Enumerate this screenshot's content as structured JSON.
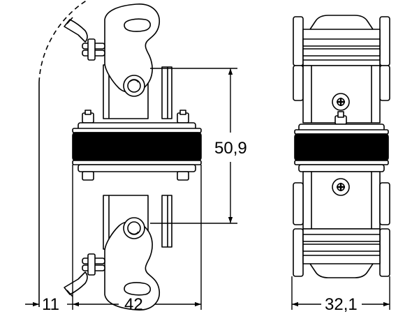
{
  "dimensions": {
    "offset_left": "11",
    "width_front": "42",
    "height_center": "50,9",
    "width_side": "32,1"
  },
  "colors": {
    "line": "#000000",
    "background": "#ffffff",
    "rubber": "#000000"
  }
}
